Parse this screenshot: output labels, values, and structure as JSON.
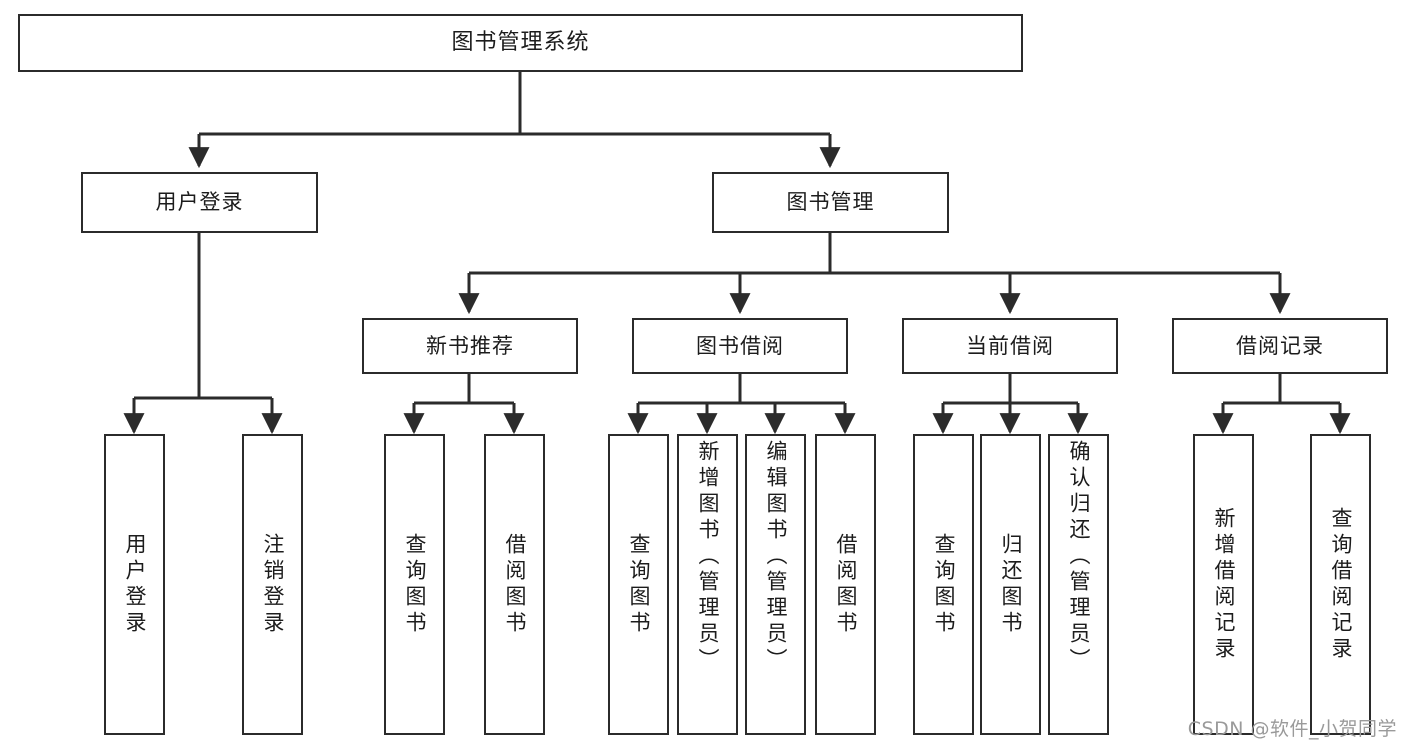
{
  "diagram": {
    "title": "图书管理系统",
    "type": "tree-hierarchy-chart",
    "colors": {
      "box_border": "#2b2b2b",
      "box_fill": "#ffffff",
      "connector": "#2b2b2b",
      "background": "#ffffff",
      "watermark": "#9a9a9a"
    },
    "root": {
      "id": "root",
      "label": "图书管理系统"
    },
    "level1": [
      {
        "id": "user-login",
        "label": "用户登录"
      },
      {
        "id": "book-manage",
        "label": "图书管理"
      }
    ],
    "level2": [
      {
        "id": "new-book-recommend",
        "label": "新书推荐",
        "parent": "book-manage"
      },
      {
        "id": "book-borrow",
        "label": "图书借阅",
        "parent": "book-manage"
      },
      {
        "id": "current-borrow",
        "label": "当前借阅",
        "parent": "book-manage"
      },
      {
        "id": "borrow-record",
        "label": "借阅记录",
        "parent": "book-manage"
      }
    ],
    "leaves": [
      {
        "id": "leaf-user-login",
        "label": "用户登录",
        "parent": "user-login"
      },
      {
        "id": "leaf-user-logout",
        "label": "注销登录",
        "parent": "user-login"
      },
      {
        "id": "leaf-query-book-1",
        "label": "查询图书",
        "parent": "new-book-recommend"
      },
      {
        "id": "leaf-borrow-book-1",
        "label": "借阅图书",
        "parent": "new-book-recommend"
      },
      {
        "id": "leaf-query-book-2",
        "label": "查询图书",
        "parent": "book-borrow"
      },
      {
        "id": "leaf-add-book",
        "label": "新增图书（管理员）",
        "parent": "book-borrow"
      },
      {
        "id": "leaf-edit-book",
        "label": "编辑图书（管理员）",
        "parent": "book-borrow"
      },
      {
        "id": "leaf-borrow-book-2",
        "label": "借阅图书",
        "parent": "book-borrow"
      },
      {
        "id": "leaf-query-book-3",
        "label": "查询图书",
        "parent": "current-borrow"
      },
      {
        "id": "leaf-return-book",
        "label": "归还图书",
        "parent": "current-borrow"
      },
      {
        "id": "leaf-confirm-return",
        "label": "确认归还（管理员）",
        "parent": "current-borrow"
      },
      {
        "id": "leaf-add-record",
        "label": "新增借阅记录",
        "parent": "borrow-record"
      },
      {
        "id": "leaf-query-record",
        "label": "查询借阅记录",
        "parent": "borrow-record"
      }
    ],
    "watermark": "CSDN @软件_小贺同学"
  }
}
